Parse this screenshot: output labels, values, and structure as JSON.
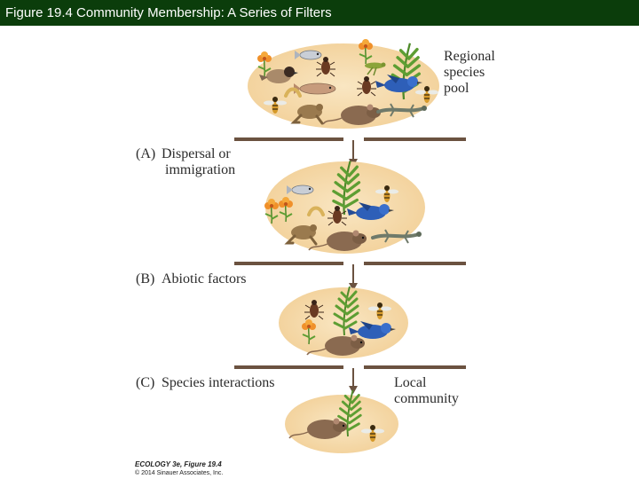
{
  "slide": {
    "title": "Figure 19.4 Community Membership: A Series of Filters"
  },
  "diagram": {
    "pool_label": [
      "Regional",
      "species",
      "pool"
    ],
    "filters": [
      {
        "marker": "(A)",
        "lines": [
          "Dispersal or",
          "immigration"
        ]
      },
      {
        "marker": "(B)",
        "lines": [
          "Abiotic factors"
        ]
      },
      {
        "marker": "(C)",
        "lines": [
          "Species interactions"
        ]
      }
    ],
    "local_label": [
      "Local",
      "community"
    ]
  },
  "credit": {
    "line1": "ECOLOGY 3e, Figure 19.4",
    "line2": "© 2014 Sinauer Associates, Inc."
  },
  "colors": {
    "title_bar": "#0b3d0b",
    "habitat_ellipse": "#f6ddb0",
    "filter_bar": "#6b5240",
    "arrow": "#6b5240"
  }
}
